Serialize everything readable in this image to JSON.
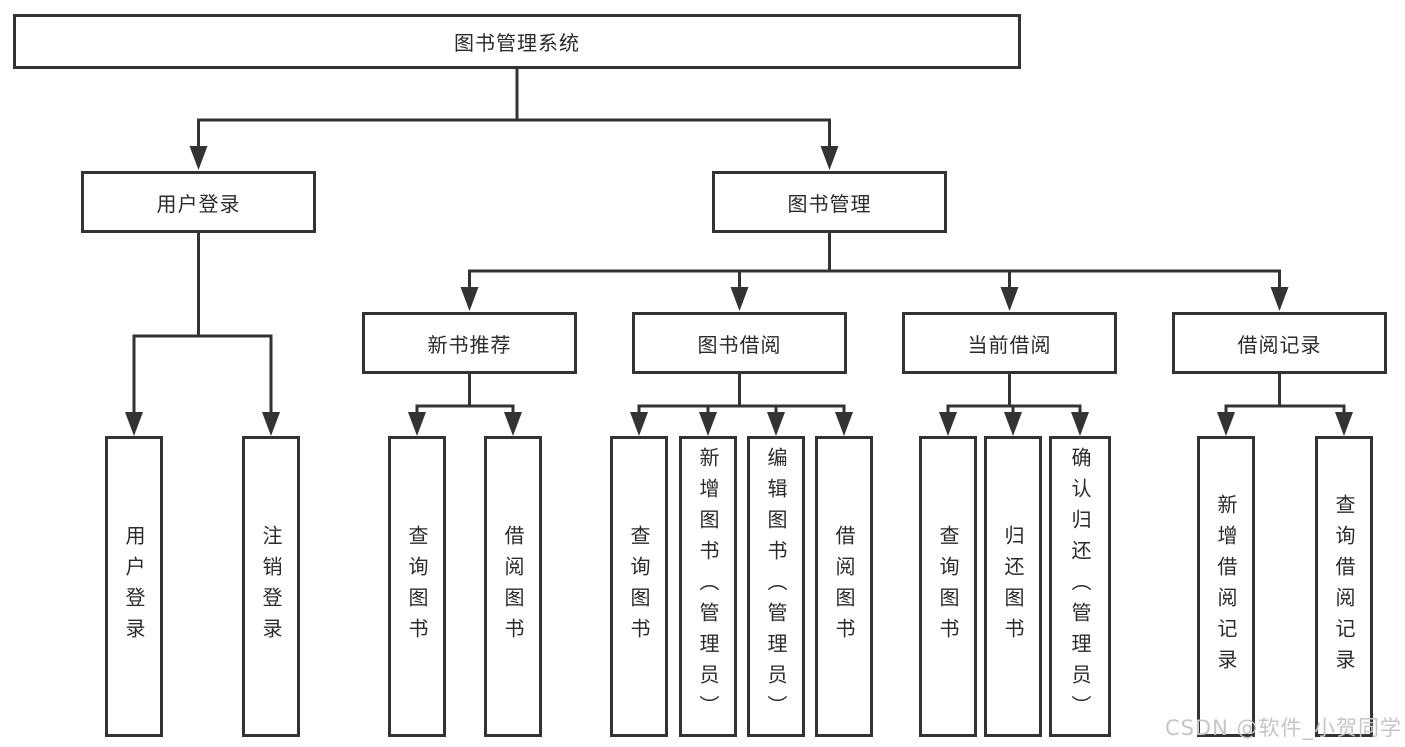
{
  "tree": {
    "root": {
      "label": "图书管理系统",
      "children": [
        {
          "label": "用户登录",
          "children": [
            {
              "label": "用户登录"
            },
            {
              "label": "注销登录"
            }
          ]
        },
        {
          "label": "图书管理",
          "children": [
            {
              "label": "新书推荐",
              "children": [
                {
                  "label": "查询图书"
                },
                {
                  "label": "借阅图书"
                }
              ]
            },
            {
              "label": "图书借阅",
              "children": [
                {
                  "label": "查询图书"
                },
                {
                  "label": "新增图书（管理员）"
                },
                {
                  "label": "编辑图书（管理员）"
                },
                {
                  "label": "借阅图书"
                }
              ]
            },
            {
              "label": "当前借阅",
              "children": [
                {
                  "label": "查询图书"
                },
                {
                  "label": "归还图书"
                },
                {
                  "label": "确认归还（管理员）"
                }
              ]
            },
            {
              "label": "借阅记录",
              "children": [
                {
                  "label": "新增借阅记录"
                },
                {
                  "label": "查询借阅记录"
                }
              ]
            }
          ]
        }
      ]
    }
  },
  "watermark": {
    "text": "CSDN @软件_小贺同学"
  },
  "colors": {
    "line": "#333333",
    "text": "#2b2b2b",
    "box_background": "#ffffff",
    "page_background": "#ffffff",
    "watermark": "#c5c5c5"
  }
}
